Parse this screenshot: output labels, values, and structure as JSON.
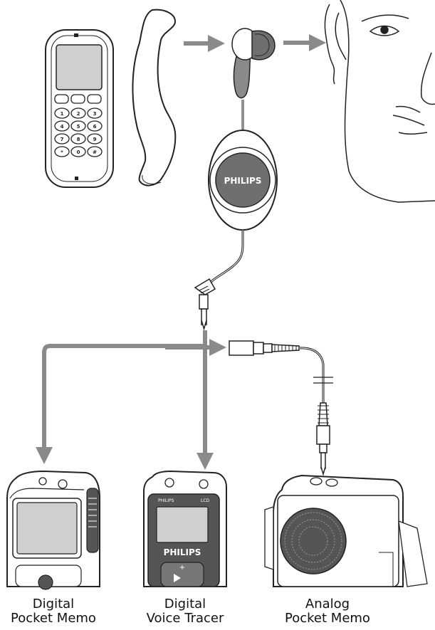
{
  "brand": {
    "logo_text": "PHILIPS"
  },
  "colors": {
    "arrow": "#8a8a8a",
    "line": "#222222",
    "screen": "#cfcfcf",
    "dark": "#555555",
    "logo_bg": "#6f6f6f",
    "background": "#ffffff"
  },
  "top_row": {
    "items": [
      {
        "name": "mobile-phone",
        "icon": "mobile-phone-icon"
      },
      {
        "name": "telephone-handset",
        "icon": "handset-icon"
      },
      {
        "name": "earpiece",
        "icon": "earbud-icon"
      },
      {
        "name": "human-face",
        "icon": "face-icon"
      }
    ]
  },
  "cable": {
    "reel_logo": "PHILIPS"
  },
  "devices": [
    {
      "id": "dpm",
      "line1": "Digital",
      "line2": "Pocket Memo",
      "icon": "digital-pocket-memo-icon"
    },
    {
      "id": "dvt",
      "line1": "Digital",
      "line2": "Voice Tracer",
      "icon": "digital-voice-tracer-icon",
      "device_logo": "PHILIPS",
      "device_label_small": "PHILIPS",
      "device_label_right": "LCD"
    },
    {
      "id": "apm",
      "line1": "Analog",
      "line2": "Pocket Memo",
      "icon": "analog-pocket-memo-icon"
    }
  ]
}
